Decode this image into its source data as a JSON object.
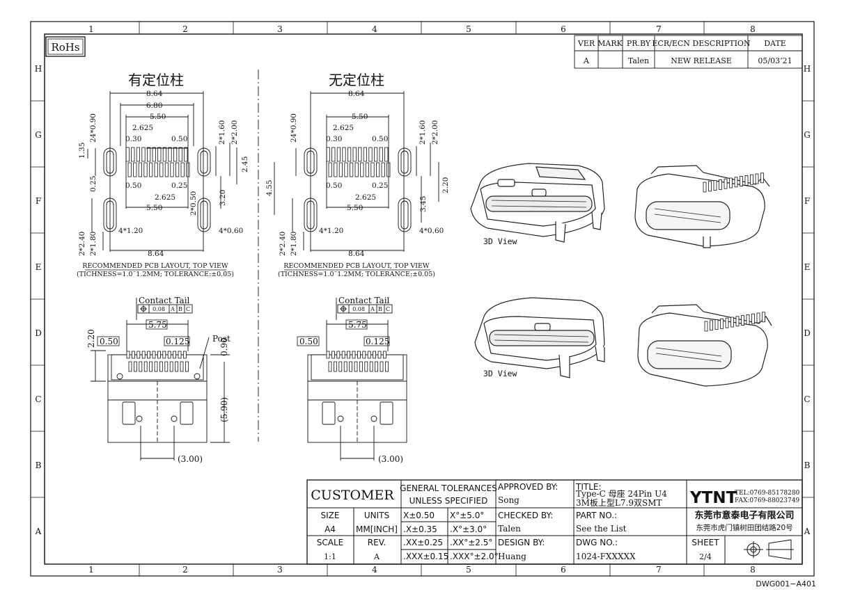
{
  "frame": {
    "rohs": "RoHs",
    "col_numbers": [
      "1",
      "2",
      "3",
      "4",
      "5",
      "6",
      "7",
      "8"
    ],
    "row_letters": [
      "H",
      "G",
      "F",
      "E",
      "D",
      "C",
      "B",
      "A"
    ],
    "footer_code": "DWG001−A401"
  },
  "revision_table": {
    "headers": [
      "VER",
      "MARK",
      "PR.BY",
      "ECR/ECN DESCRIPTION",
      "DATE"
    ],
    "row": [
      "A",
      "",
      "Talen",
      "NEW RELEASE",
      "05/03’21"
    ]
  },
  "views": {
    "left_title": "有定位柱",
    "right_title": "无定位柱",
    "pcb_caption_1": "RECOMMENDED PCB LAYOUT, TOP VIEW",
    "pcb_caption_2": "(TICHNESS=1.0˜1.2MM; TOLERANCE:±0.05)",
    "view_3d": "3D View",
    "contact_tail": "Contact Tail",
    "post": "Post",
    "tolerance_frame": [
      "0.08",
      "A",
      "B",
      "C"
    ]
  },
  "dims_left": {
    "w864_top": "8.64",
    "w680": "6.80",
    "w550_top": "5.50",
    "w2625_top": "2.625",
    "w030": "0.30",
    "w050_top": "0.50",
    "v2490": "24*0.90",
    "v135": "1.35",
    "v2160": "2*1.60",
    "v2200": "2*2.00",
    "v245": "2.45",
    "w050_mid": "0.50",
    "w025_mid": "0.25",
    "w2625_mid": "2.625",
    "v025": "0.25",
    "v2050": "2*0.50",
    "v320": "3.20",
    "w550_mid": "5.50",
    "w4120": "4*1.20",
    "w4060": "4*0.60",
    "v2240": "2*2.40",
    "v2180": "2*1.80",
    "w864_bot": "8.64"
  },
  "dims_right": {
    "w864_top": "8.64",
    "w550_top": "5.50",
    "w2625_top": "2.625",
    "w030": "0.30",
    "w050_top": "0.50",
    "v2490": "24*0.90",
    "v2160": "2*1.60",
    "v2200": "2*2.00",
    "v455": "4.55",
    "w050_mid": "0.50",
    "w025_mid": "0.25",
    "w2625_mid": "2.625",
    "v345": "3.45",
    "v220": "2.20",
    "w550_mid": "5.50",
    "w4120": "4*1.20",
    "w4060": "4*0.60",
    "v2240": "2*2.40",
    "v2180": "2*1.80",
    "w864_bot": "8.64"
  },
  "dims_front": {
    "w575": "5.75",
    "w050": "0.50",
    "w0125": "0.125",
    "v220": "2.20",
    "v090": "0.90",
    "v590": "(5.90)",
    "w300": "(3.00)"
  },
  "title_block": {
    "customer": "CUSTOMER",
    "gen_tol_1": "GENERAL TOLERANCES",
    "gen_tol_2": "UNLESS SPECIFIED",
    "approved_label": "APPROVED BY:",
    "approved_value": "Song",
    "title_label": "TITLE:",
    "title_value_1": "Type-C 母座 24Pin U4",
    "title_value_2": "3M板上型L7.9双SMT",
    "size_label": "SIZE",
    "size_value": "A4",
    "units_label": "UNITS",
    "units_value": "MM[INCH]",
    "tol_x": "X±0.50",
    "tol_x1": ".X±0.35",
    "tol_x2": ".XX±0.25",
    "tol_x3": ".XXX±0.15",
    "tol_a": "X°±5.0°",
    "tol_a1": ".X°±3.0°",
    "tol_a2": ".XX°±2.5°",
    "tol_a3": ".XXX°±2.0°",
    "checked_label": "CHECKED BY:",
    "checked_value": "Talen",
    "part_label": "PART NO.:",
    "part_value": "See the List",
    "scale_label": "SCALE",
    "scale_value": "1:1",
    "rev_label": "REV.",
    "rev_value": "A",
    "design_label": "DESIGN BY:",
    "design_value": "Huang",
    "dwg_label": "DWG NO.:",
    "dwg_value": "1024-FXXXXX",
    "company_logo": "YTNT",
    "tel": "TEL:0769-85178280",
    "fax": "FAX:0769-88023749",
    "company_name": "东莞市意泰电子有限公司",
    "company_addr": "东莞市虎门镇树田团结路20号",
    "sheet_label": "SHEET",
    "sheet_value": "2/4"
  }
}
